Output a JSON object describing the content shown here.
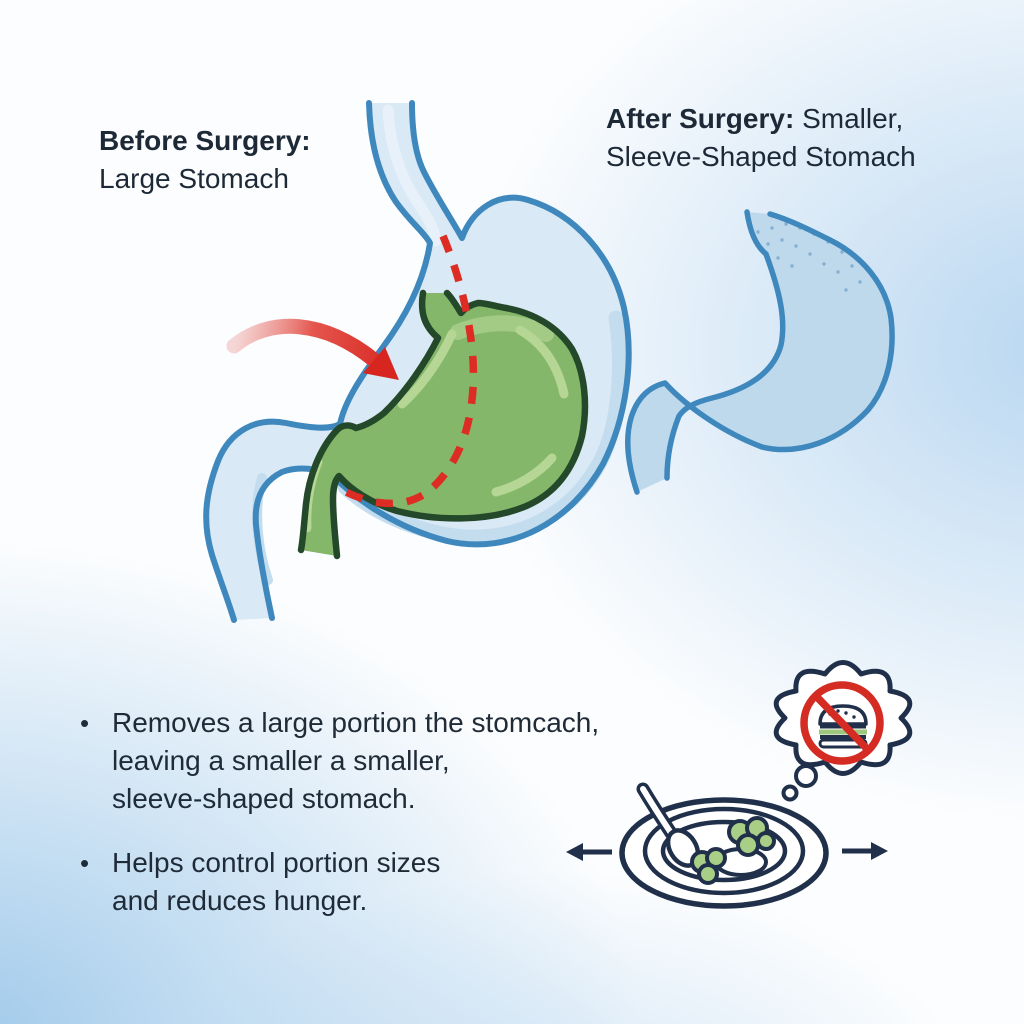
{
  "title_before": {
    "bold": "Before Surgery:",
    "rest": "Large Stomach"
  },
  "title_after": {
    "bold": "After Surgery:",
    "rest_line1": "Smaller,",
    "line2": "Sleeve-Shaped Stomach"
  },
  "bullet_glyph": "•",
  "bullets": [
    {
      "lines": [
        "Removes a large portion the stomcach,",
        "leaving a smaller a smaller,",
        "sleeve-shaped stomach."
      ]
    },
    {
      "lines": [
        "Helps control portion sizes",
        "and reduces hunger."
      ]
    }
  ],
  "icons": {
    "resection_arrow": "curved-red-arrow",
    "cut_line": "red-dashed-resection-line",
    "before_stomach": "large-stomach-with-green-sleeve",
    "after_stomach": "small-sleeve-shaped-stomach",
    "plate": "portion-plate-with-spoon-and-vegetables",
    "left_arrow": "left-arrow",
    "right_arrow": "right-arrow",
    "thought_bubble": "thought-bubble",
    "no_burger": "no-burger-prohibition-sign"
  },
  "colors": {
    "text": "#1d2937",
    "stomach_outline_blue": "#3f88bd",
    "stomach_fill_light": "#d9e9f5",
    "after_stomach_fill": "#bfd9ec",
    "sleeve_green_fill": "#84b769",
    "sleeve_green_outline": "#24482a",
    "sleeve_green_highlight": "#b5d695",
    "accent_red": "#d7261f",
    "line_navy": "#20304a"
  }
}
